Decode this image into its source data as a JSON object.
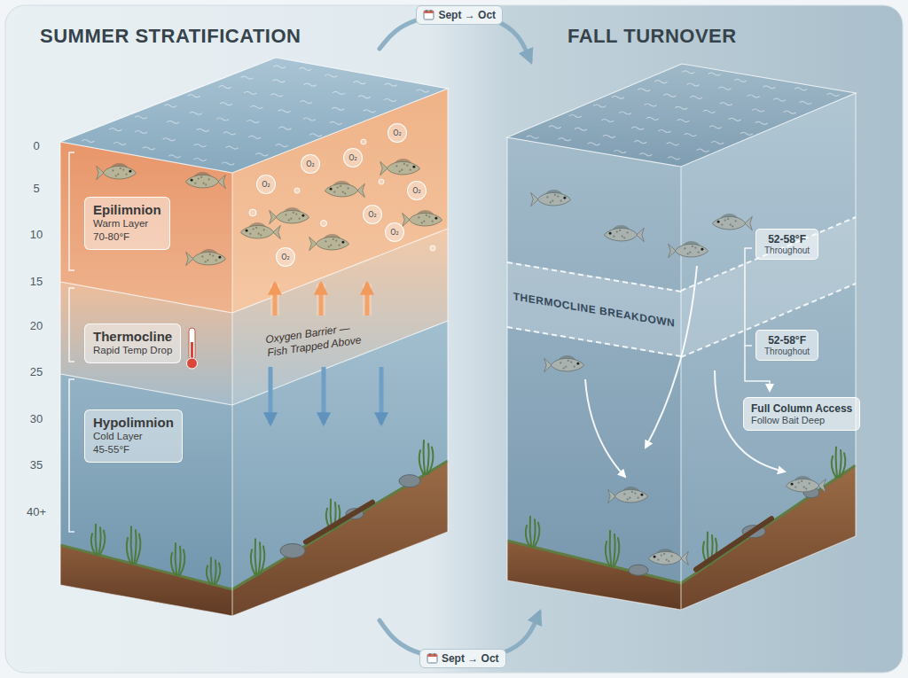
{
  "diagram": {
    "nodes": [
      {
        "text": [
          "SUMMER STRATIFICATION"
        ]
      },
      {
        "text": [
          "Epilimnion",
          "Warm Layer",
          "70-80°F"
        ],
        "in": 0
      },
      {
        "text": [
          "O₂"
        ],
        "in": 0
      },
      {
        "text": [
          "O₂"
        ],
        "in": 0
      },
      {
        "text": [
          "O₂"
        ],
        "in": 0
      },
      {
        "text": [
          "O₂"
        ],
        "in": 0
      },
      {
        "text": [
          "O₂"
        ],
        "in": 0
      },
      {
        "text": [
          "O₂"
        ],
        "in": 0
      },
      {
        "text": [
          "O₂"
        ],
        "in": 0
      },
      {
        "text": [
          "O₂"
        ],
        "in": 0
      },
      {
        "text": [
          "Thermocline",
          "Rapid Temp Drop"
        ],
        "in": 0
      },
      {
        "text": [
          "Hypolimnion",
          "Cold Layer",
          "45-55°F"
        ],
        "in": 0
      },
      {
        "text": [
          "FALL TURNOVER"
        ]
      },
      {
        "text": [
          "52-58°F",
          "Throughout"
        ],
        "in": 12
      },
      {
        "text": [
          "THERMOCLINE BREAKDOWN"
        ],
        "in": 12
      },
      {
        "text": [
          "52-58°F",
          "Throughout"
        ],
        "in": 12
      },
      {
        "text": [
          "Full Column Access",
          "Follow Bait Deep"
        ],
        "in": 12
      }
    ],
    "edges": [
      {
        "from": 0,
        "to": 12,
        "label": "Sept → Oct",
        "arrow": "to"
      },
      {
        "from": 0,
        "to": 12,
        "label": "Sept → Oct",
        "arrow": "to"
      }
    ],
    "labels": [
      "0",
      "5",
      "10",
      "15",
      "20",
      "25",
      "30",
      "35",
      "40+",
      "Oxygen Barrier — Fish Trapped Above"
    ]
  }
}
